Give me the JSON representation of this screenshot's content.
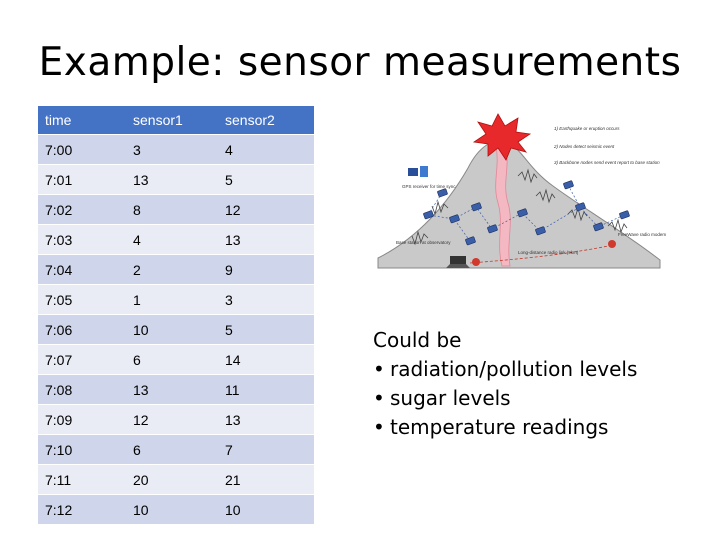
{
  "slide": {
    "title": "Example: sensor measurements"
  },
  "table": {
    "headers": [
      "time",
      "sensor1",
      "sensor2"
    ],
    "rows": [
      [
        "7:00",
        "3",
        "4"
      ],
      [
        "7:01",
        "13",
        "5"
      ],
      [
        "7:02",
        "8",
        "12"
      ],
      [
        "7:03",
        "4",
        "13"
      ],
      [
        "7:04",
        "2",
        "9"
      ],
      [
        "7:05",
        "1",
        "3"
      ],
      [
        "7:06",
        "10",
        "5"
      ],
      [
        "7:07",
        "6",
        "14"
      ],
      [
        "7:08",
        "13",
        "11"
      ],
      [
        "7:09",
        "12",
        "13"
      ],
      [
        "7:10",
        "6",
        "7"
      ],
      [
        "7:11",
        "20",
        "21"
      ],
      [
        "7:12",
        "10",
        "10"
      ]
    ]
  },
  "figure": {
    "legend_lines": [
      "1) Earthquake or eruption occurs",
      "2) Nodes detect seismic event",
      "3) Backbone nodes send event report to base station"
    ],
    "label_gps": "GPS receiver for time sync",
    "label_base": "Base station at observatory",
    "label_link": "Long-distance radio link (9km)",
    "label_freewave": "FreeWave radio modem"
  },
  "notes": {
    "heading": "Could be",
    "bullet_char": "•",
    "items": [
      "radiation/pollution levels",
      "sugar levels",
      "temperature readings"
    ]
  }
}
